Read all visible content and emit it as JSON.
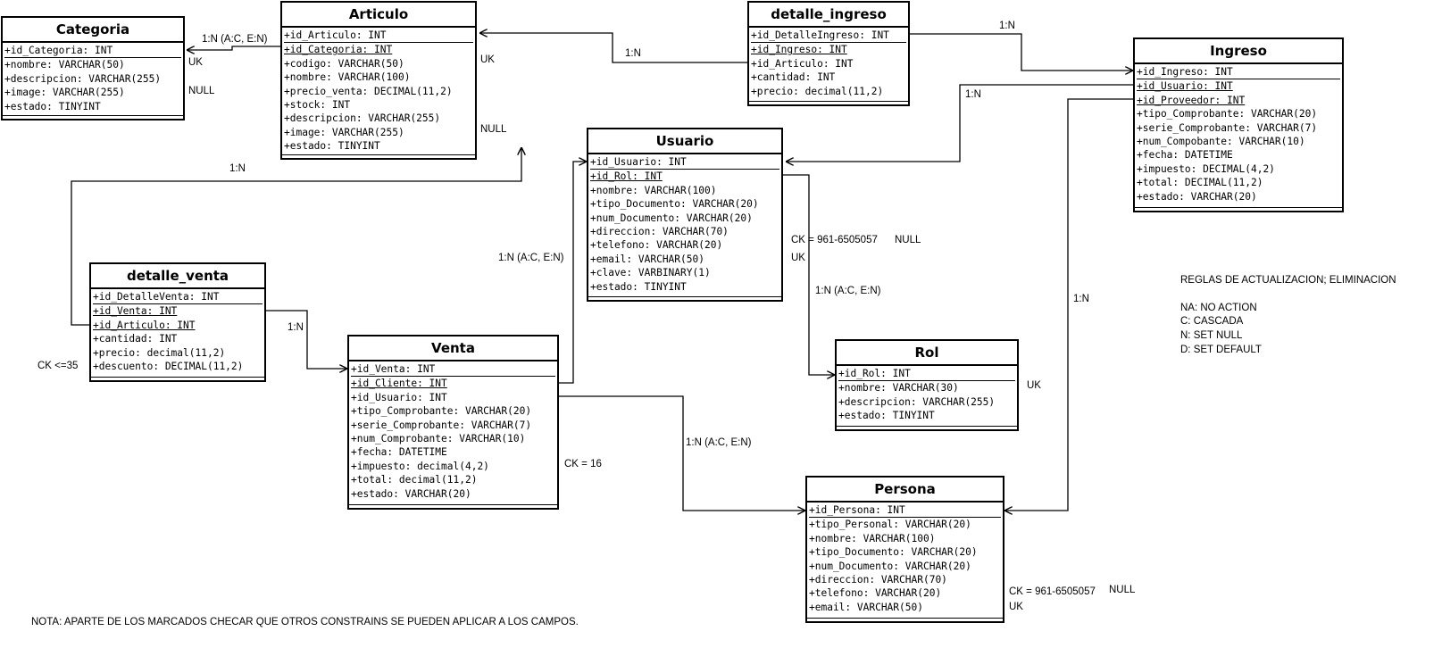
{
  "entities": {
    "categoria": {
      "title": "Categoria",
      "fields": [
        "+id_Categoria: INT",
        "+nombre: VARCHAR(50)",
        "+descripcion: VARCHAR(255)",
        "+image: VARCHAR(255)",
        "+estado: TINYINT"
      ]
    },
    "articulo": {
      "title": "Articulo",
      "fields": [
        "+id_Articulo: INT",
        "+id_Categoria: INT",
        "+codigo: VARCHAR(50)",
        "+nombre: VARCHAR(100)",
        "+precio_venta: DECIMAL(11,2)",
        "+stock: INT",
        "+descripcion: VARCHAR(255)",
        "+image: VARCHAR(255)",
        "+estado: TINYINT"
      ]
    },
    "detalle_ingreso": {
      "title": "detalle_ingreso",
      "fields": [
        "+id_DetalleIngreso: INT",
        "+id_Ingreso: INT",
        "+id_Articulo: INT",
        "+cantidad: INT",
        "+precio: decimal(11,2)"
      ]
    },
    "ingreso": {
      "title": "Ingreso",
      "fields": [
        "+id_Ingreso: INT",
        "+id_Usuario: INT",
        "+id_Proveedor: INT",
        "+tipo_Comprobante: VARCHAR(20)",
        "+serie_Comprobante: VARCHAR(7)",
        "+num_Compobante: VARCHAR(10)",
        "+fecha: DATETIME",
        "+impuesto: DECIMAL(4,2)",
        "+total: DECIMAL(11,2)",
        "+estado: VARCHAR(20)"
      ]
    },
    "usuario": {
      "title": "Usuario",
      "fields": [
        "+id_Usuario: INT",
        "+id_Rol: INT",
        "+nombre: VARCHAR(100)",
        "+tipo_Documento: VARCHAR(20)",
        "+num_Documento: VARCHAR(20)",
        "+direccion: VARCHAR(70)",
        "+telefono: VARCHAR(20)",
        "+email: VARCHAR(50)",
        "+clave: VARBINARY(1)",
        "+estado: TINYINT"
      ]
    },
    "detalle_venta": {
      "title": "detalle_venta",
      "fields": [
        "+id_DetalleVenta: INT",
        "+id_Venta: INT",
        "+id_Articulo: INT",
        "+cantidad: INT",
        "+precio: decimal(11,2)",
        "+descuento: DECIMAL(11,2)"
      ]
    },
    "venta": {
      "title": "Venta",
      "fields": [
        "+id_Venta: INT",
        "+id_Cliente: INT",
        "+id_Usuario: INT",
        "+tipo_Comprobante: VARCHAR(20)",
        "+serie_Comprobante: VARCHAR(7)",
        "+num_Comprobante: VARCHAR(10)",
        "+fecha: DATETIME",
        "+impuesto: decimal(4,2)",
        "+total: decimal(11,2)",
        "+estado: VARCHAR(20)"
      ]
    },
    "rol": {
      "title": "Rol",
      "fields": [
        "+id_Rol: INT",
        "+nombre: VARCHAR(30)",
        "+descripcion: VARCHAR(255)",
        "+estado: TINYINT"
      ]
    },
    "persona": {
      "title": "Persona",
      "fields": [
        "+id_Persona: INT",
        "+tipo_Personal: VARCHAR(20)",
        "+nombre: VARCHAR(100)",
        "+tipo_Documento: VARCHAR(20)",
        "+num_Documento: VARCHAR(20)",
        "+direccion: VARCHAR(70)",
        "+telefono: VARCHAR(20)",
        "+email: VARCHAR(50)"
      ]
    }
  },
  "labels": {
    "cat_art_rel": "1:N (A:C, E:N)",
    "cat_uk": "UK",
    "cat_null": "NULL",
    "art_uk": "UK",
    "art_null": "NULL",
    "art_di_rel": "1:N",
    "di_ing_rel": "1:N",
    "ing_usu_rel": "1:N",
    "art_dv_rel": "1:N",
    "dv_ven_rel": "1:N",
    "dv_ck": "CK <=35",
    "ven_usu_rel": "1:N (A:C, E:N)",
    "usu_ck": "CK = 961-6505057",
    "usu_null": "NULL",
    "usu_uk": "UK",
    "usu_rol_rel": "1:N (A:C, E:N)",
    "rol_uk": "UK",
    "ven_per_rel": "1:N (A:C, E:N)",
    "ven_ck": "CK = 16",
    "ing_per_rel": "1:N",
    "per_ck": "CK = 961-6505057",
    "per_null": "NULL",
    "per_uk": "UK",
    "rules_title": "REGLAS DE ACTUALIZACION; ELIMINACION",
    "rule_na": "NA: NO ACTION",
    "rule_c": "C: CASCADA",
    "rule_n": "N: SET NULL",
    "rule_d": "D: SET DEFAULT",
    "note": "NOTA: APARTE DE LOS MARCADOS CHECAR QUE OTROS CONSTRAINS SE PUEDEN APLICAR A LOS CAMPOS."
  }
}
